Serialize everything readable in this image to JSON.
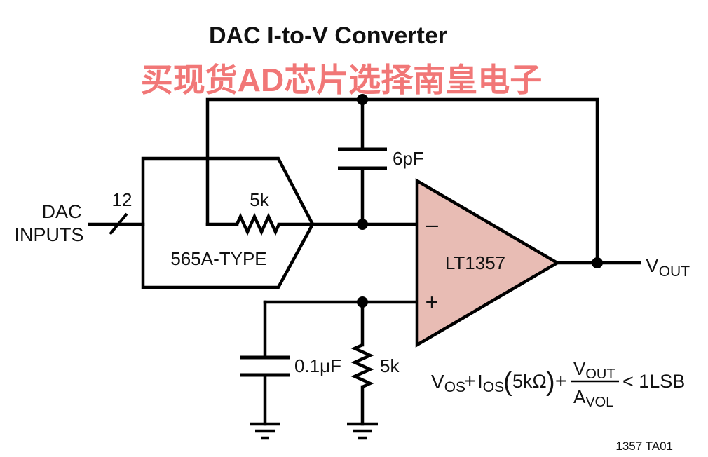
{
  "title": "DAC I-to-V Converter",
  "watermark": "买现货AD芯片选择南皇电子",
  "input_label_line1": "DAC",
  "input_label_line2": "INPUTS",
  "bus_width": "12",
  "dac_block": {
    "resistor": "5k",
    "type": "565A-TYPE"
  },
  "feedback_cap": "6pF",
  "opamp": {
    "part": "LT1357",
    "inv_pin": "–",
    "noninv_pin": "+"
  },
  "output_label": {
    "main": "V",
    "sub": "OUT"
  },
  "bias_cap": "0.1μF",
  "bias_resistor": "5k",
  "formula": {
    "vos_v": "V",
    "vos_sub": "OS",
    "plus1": "+",
    "ios_i": "I",
    "ios_sub": "OS",
    "paren_open": "(",
    "paren_val": "5kΩ",
    "paren_close": ")",
    "plus2": "+",
    "num_v": "V",
    "num_sub": "OUT",
    "den_a": "A",
    "den_sub": "VOL",
    "rhs": "< 1LSB"
  },
  "figure_code": "1357 TA01",
  "colors": {
    "line": "#000000",
    "opamp_fill": "#e8bcb4",
    "watermark": "#f07070"
  }
}
